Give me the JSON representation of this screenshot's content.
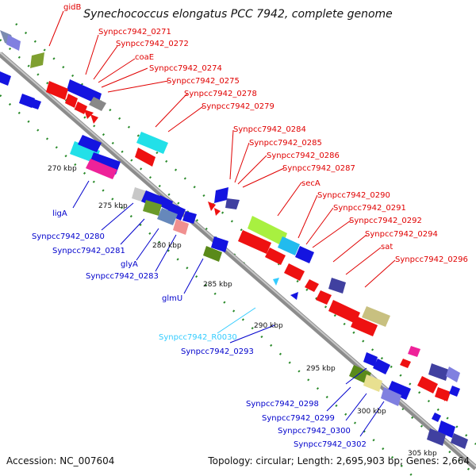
{
  "header": {
    "title": "Synechococcus elongatus PCC 7942, complete genome"
  },
  "footer": {
    "accession": "Accession: NC_007604",
    "topology": "Topology: circular; Length: 2,695,903 bp; Genes: 2,664"
  },
  "colors": {
    "backbone": "#8c8c8c",
    "forward_label": "#e00000",
    "reverse_label": "#0000cc",
    "rna_label": "#33ccff",
    "tick": "#2a8a2a"
  },
  "scale_labels": [
    "270 kbp",
    "275 kbp",
    "280 kbp",
    "285 kbp",
    "290 kbp",
    "295 kbp",
    "300 kbp",
    "305 kbp"
  ],
  "forward_genes": [
    "gidB",
    "Synpcc7942_0271",
    "Synpcc7942_0272",
    "coaE",
    "Synpcc7942_0274",
    "Synpcc7942_0275",
    "Synpcc7942_0278",
    "Synpcc7942_0279",
    "Synpcc7942_0284",
    "Synpcc7942_0285",
    "Synpcc7942_0286",
    "Synpcc7942_0287",
    "secA",
    "Synpcc7942_0290",
    "Synpcc7942_0291",
    "Synpcc7942_0292",
    "Synpcc7942_0294",
    "sat",
    "Synpcc7942_0296"
  ],
  "reverse_genes": [
    "ligA",
    "Synpcc7942_0280",
    "Synpcc7942_0281",
    "glyA",
    "Synpcc7942_0283",
    "glmU",
    "Synpcc7942_R0030",
    "Synpcc7942_0293",
    "Synpcc7942_0298",
    "Synpcc7942_0299",
    "Synpcc7942_0300",
    "Synpcc7942_0302"
  ]
}
